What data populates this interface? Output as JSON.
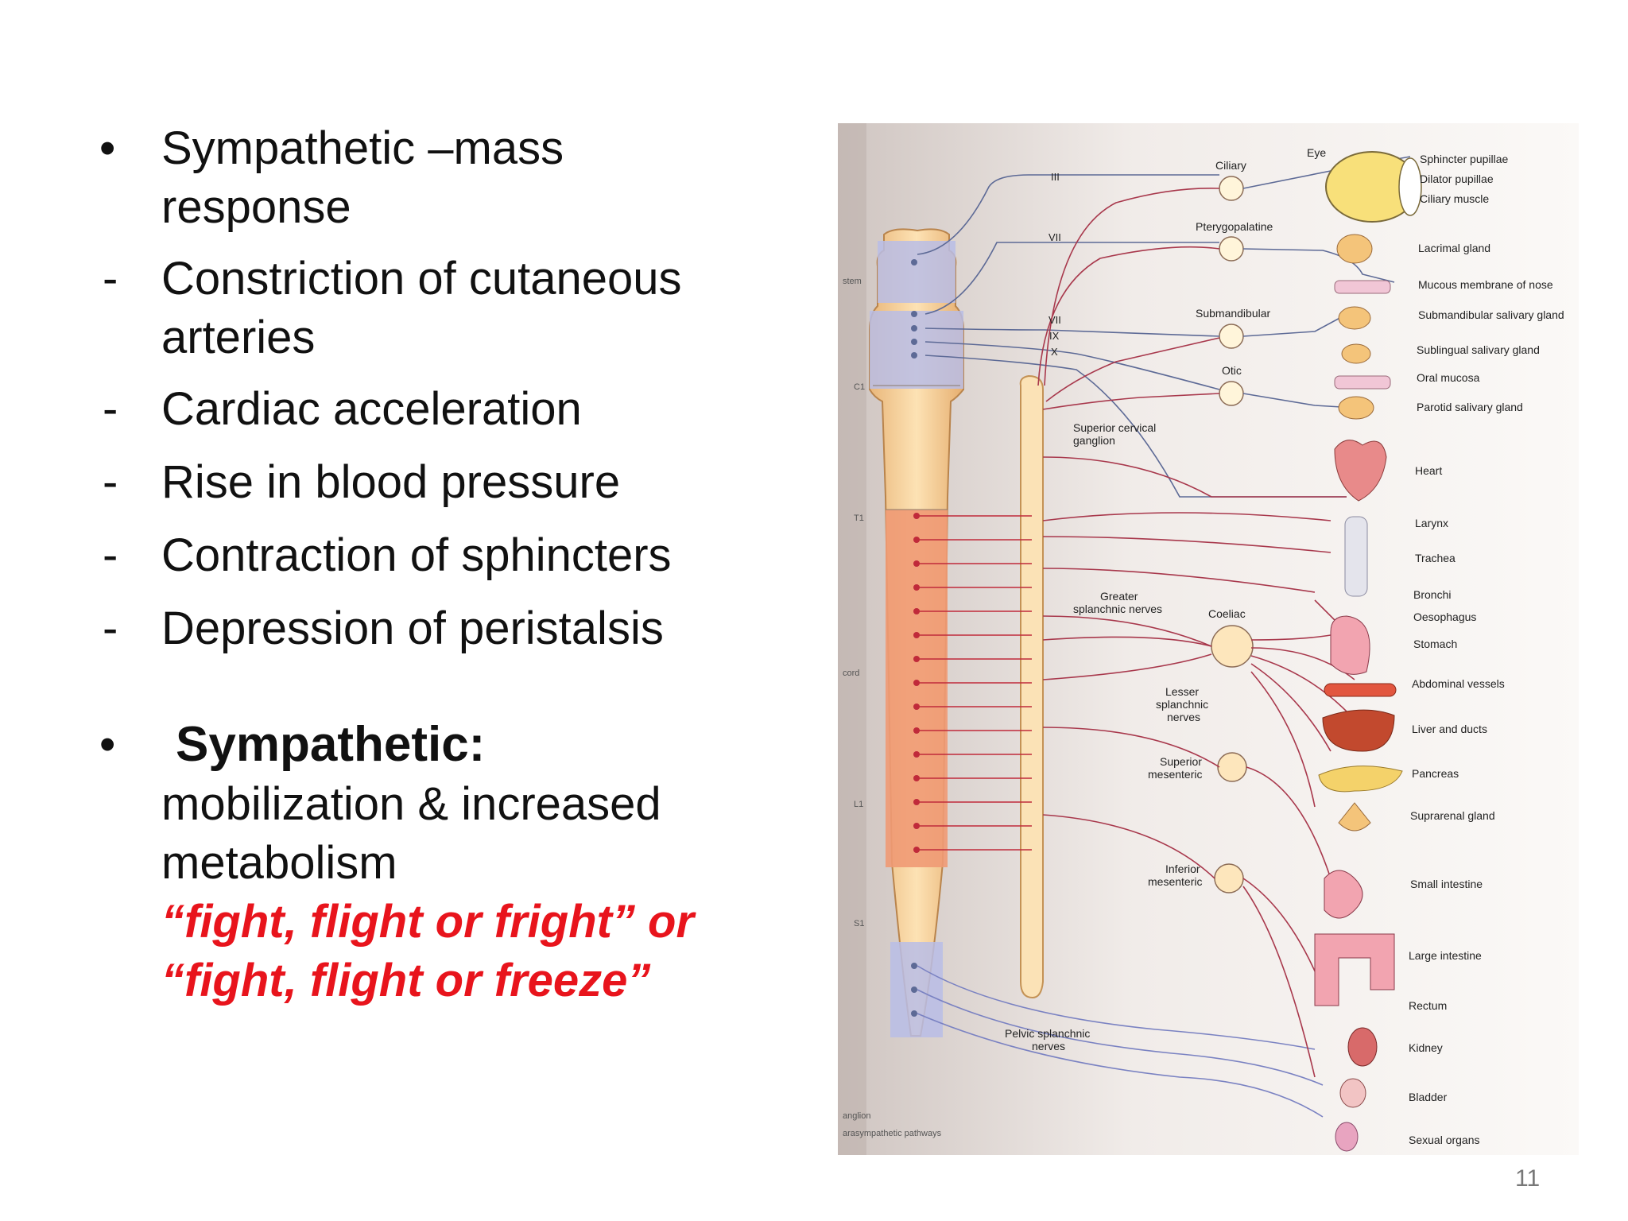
{
  "bullets": [
    {
      "marker": "•",
      "lines": [
        "Sympathetic –mass",
        "response"
      ]
    },
    {
      "marker": "-",
      "lines": [
        "Constriction of cutaneous",
        "arteries"
      ]
    },
    {
      "marker": "-",
      "lines": [
        "Cardiac acceleration"
      ]
    },
    {
      "marker": "-",
      "lines": [
        "Rise in blood pressure"
      ]
    },
    {
      "marker": "-",
      "lines": [
        "Contraction of sphincters"
      ]
    },
    {
      "marker": "-",
      "lines": [
        "Depression of peristalsis"
      ]
    }
  ],
  "summary": {
    "marker": "•",
    "heading": "Sympathetic:",
    "lines": [
      "mobilization & increased",
      "metabolism"
    ],
    "quotes": [
      "“fight, flight or fright” or",
      "“fight, flight or freeze”"
    ]
  },
  "page_number": "11",
  "diagram": {
    "cranial_nerves": [
      "III",
      "VII",
      "VII",
      "IX",
      "X"
    ],
    "spinal_levels": [
      "C1",
      "T1",
      "L1",
      "S1"
    ],
    "cut_labels": [
      "stem",
      "cord",
      "anglion",
      "arasympathetic pathways"
    ],
    "ganglia": {
      "ciliary": "Ciliary",
      "pterygopalatine": "Pterygopalatine",
      "submandibular": "Submandibular",
      "otic": "Otic",
      "superior_cervical": [
        "Superior cervical",
        "ganglion"
      ],
      "greater_splanchnic": [
        "Greater",
        "splanchnic nerves"
      ],
      "coeliac": "Coeliac",
      "lesser_splanchnic": [
        "Lesser",
        "splanchnic",
        "nerves"
      ],
      "superior_mesenteric": [
        "Superior",
        "mesenteric"
      ],
      "inferior_mesenteric": [
        "Inferior",
        "mesenteric"
      ],
      "pelvic_splanchnic": [
        "Pelvic splanchnic",
        "nerves"
      ]
    },
    "eye_label": "Eye",
    "organs": [
      "Sphincter pupillae",
      "Dilator pupillae",
      "Ciliary muscle",
      "Lacrimal gland",
      "Mucous membrane of nose",
      "Submandibular salivary gland",
      "Sublingual salivary gland",
      "Oral mucosa",
      "Parotid salivary gland",
      "Heart",
      "Larynx",
      "Trachea",
      "Bronchi",
      "Oesophagus",
      "Stomach",
      "Abdominal vessels",
      "Liver and ducts",
      "Pancreas",
      "Suprarenal gland",
      "Small intestine",
      "Large intestine",
      "Rectum",
      "Kidney",
      "Bladder",
      "Sexual organs"
    ]
  }
}
